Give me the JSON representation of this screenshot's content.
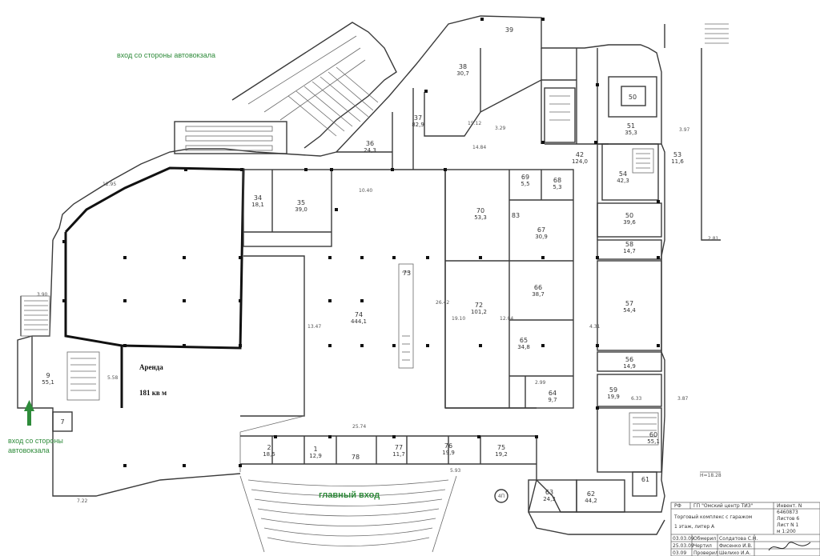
{
  "labels": {
    "entrance_bus_top": "вход со стороны автовокзала",
    "entrance_bus_left_line1": "вход со стороны",
    "entrance_bus_left_line2": "автовокзала",
    "main_entrance": "главный вход",
    "rent": "Аренда",
    "rent_area": "181 кв м",
    "elevation": "Н=18.28",
    "axis_marker": "4П"
  },
  "colors": {
    "annotation_green": "#2e8b3a",
    "wall": "#3a3a3a",
    "column": "#111111"
  },
  "rooms": [
    {
      "num": "9",
      "area": "55,1"
    },
    {
      "num": "7",
      "area": ""
    },
    {
      "num": "34",
      "area": "18,1"
    },
    {
      "num": "35",
      "area": "39,0"
    },
    {
      "num": "36",
      "area": "24,3"
    },
    {
      "num": "37",
      "area": "82,9"
    },
    {
      "num": "38",
      "area": "30,7"
    },
    {
      "num": "39",
      "area": ""
    },
    {
      "num": "42",
      "area": "124,0"
    },
    {
      "num": "50",
      "area": ""
    },
    {
      "num": "51",
      "area": "35,3"
    },
    {
      "num": "53",
      "area": "11,6"
    },
    {
      "num": "54",
      "area": "42,3"
    },
    {
      "num": "50",
      "area": "39,6"
    },
    {
      "num": "58",
      "area": "14,7"
    },
    {
      "num": "57",
      "area": "54,4"
    },
    {
      "num": "56",
      "area": "14,9"
    },
    {
      "num": "59",
      "area": "19,9"
    },
    {
      "num": "60",
      "area": "55,1"
    },
    {
      "num": "61",
      "area": ""
    },
    {
      "num": "62",
      "area": "44,2"
    },
    {
      "num": "63",
      "area": "24,3"
    },
    {
      "num": "64",
      "area": "9,7"
    },
    {
      "num": "65",
      "area": "34,8"
    },
    {
      "num": "66",
      "area": "38,7"
    },
    {
      "num": "67",
      "area": "30,9"
    },
    {
      "num": "68",
      "area": "5,3"
    },
    {
      "num": "69",
      "area": "5,5"
    },
    {
      "num": "70",
      "area": "53,3"
    },
    {
      "num": "72",
      "area": "101,2"
    },
    {
      "num": "73",
      "area": ""
    },
    {
      "num": "74",
      "area": "444,1"
    },
    {
      "num": "75",
      "area": "19,2"
    },
    {
      "num": "76",
      "area": "19,9"
    },
    {
      "num": "77",
      "area": "11,7"
    },
    {
      "num": "78",
      "area": ""
    },
    {
      "num": "2",
      "area": "18,5"
    },
    {
      "num": "1",
      "area": "12,9"
    },
    {
      "num": "83",
      "area": ""
    }
  ],
  "dimensions": [
    "3.29",
    "14.84",
    "15.12",
    "12.95",
    "2.99",
    "5.93",
    "7.22",
    "10.40",
    "26.42",
    "25.74",
    "13.47",
    "4.31",
    "5.58",
    "3.90",
    "12.04",
    "3.87",
    "6.33",
    "3.97",
    "2.81",
    "19.10"
  ],
  "stamp": {
    "org": "ГП \"Омский центр ТИЗ\"",
    "inv_label": "Инвент. N",
    "inv_value": "6460873",
    "sheets_label": "Листов 6",
    "sheet_label": "Лист N 1",
    "scale": "м 1:200",
    "title_line1": "Торговый комплекс с гаражом",
    "title_line2": "1 этаж, литер А",
    "rows": [
      {
        "date": "03.03.09",
        "role": "Обмерил",
        "name": "Солдатова С.Н."
      },
      {
        "date": "25.03.09",
        "role": "Чертил",
        "name": "Фисенко И.В."
      },
      {
        "date": "03.09",
        "role": "Проверил",
        "name": "Шелихо И.А."
      }
    ],
    "rf": "РФ"
  }
}
